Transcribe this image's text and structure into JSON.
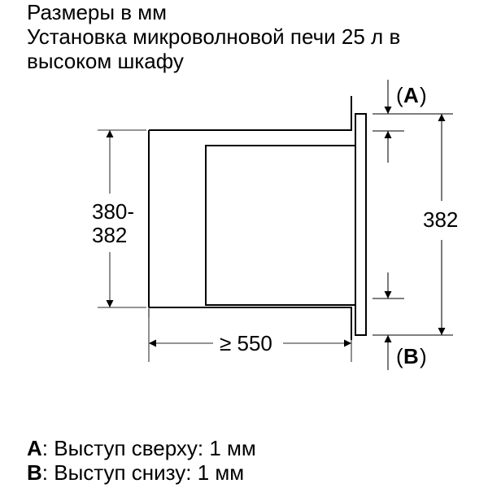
{
  "title": {
    "line1": "Размеры в мм",
    "line2": "Установка микроволновой печи 25 л в",
    "line3": "высоком шкафу"
  },
  "dimensions": {
    "niche_height": {
      "line1": "380-",
      "line2": "382"
    },
    "niche_depth": "≥ 550",
    "panel_height": "382",
    "top_marker": "A",
    "bottom_marker": "B"
  },
  "legend": [
    {
      "key": "A",
      "text": ": Выступ сверху: 1 мм"
    },
    {
      "key": "B",
      "text": ": Выступ снизу: 1 мм"
    }
  ],
  "colors": {
    "line": "#000000",
    "dim_line": "#555555",
    "background": "#ffffff"
  }
}
